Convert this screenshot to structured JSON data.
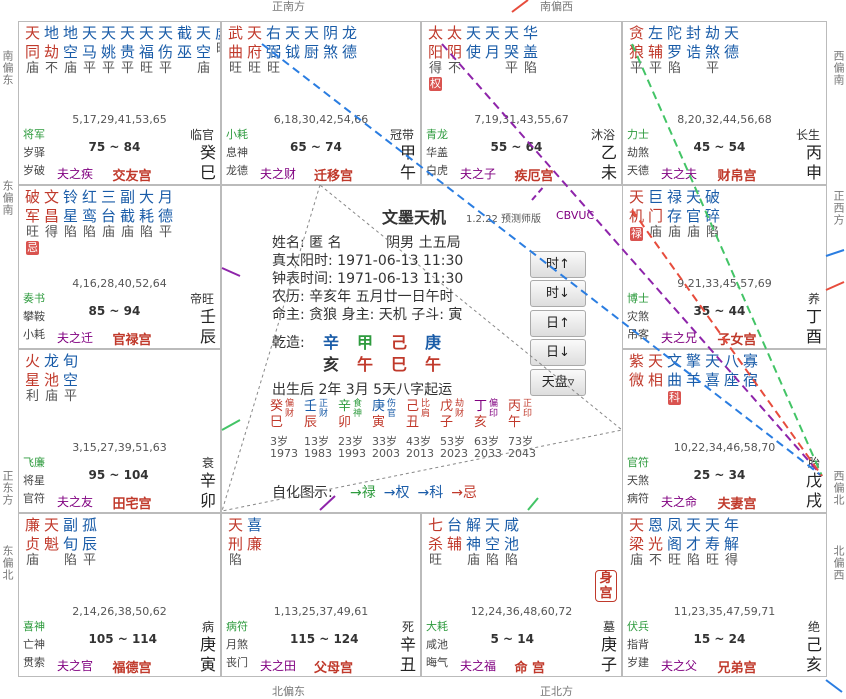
{
  "directions": {
    "top": [
      {
        "id": "top-1",
        "label": "正南方"
      },
      {
        "id": "top-2",
        "label": "南偏西"
      }
    ],
    "bottom": [
      {
        "id": "bottom-1",
        "label": "北偏东"
      },
      {
        "id": "bottom-2",
        "label": "正北方"
      }
    ],
    "left": [
      {
        "id": "left-1",
        "label": "南偏东"
      },
      {
        "id": "left-2",
        "label": "东偏南"
      },
      {
        "id": "left-3",
        "label": "正东方"
      },
      {
        "id": "left-4",
        "label": "东偏北"
      }
    ],
    "right": [
      {
        "id": "right-1",
        "label": "西偏南"
      },
      {
        "id": "right-2",
        "label": "正西方"
      },
      {
        "id": "right-3",
        "label": "西偏北"
      },
      {
        "id": "right-4",
        "label": "北偏西"
      }
    ]
  },
  "palaces": {
    "si": {
      "stars": [
        {
          "m": "天",
          "s": "同",
          "b": "庙"
        },
        {
          "m": "地",
          "s": "劫",
          "b": "不"
        },
        {
          "m": "地",
          "s": "空",
          "b": "庙"
        },
        {
          "m": "天",
          "s": "马",
          "b": "平"
        },
        {
          "m": "天",
          "s": "姚",
          "b": "平"
        },
        {
          "m": "天",
          "s": "贵",
          "b": "平"
        },
        {
          "m": "天",
          "s": "福",
          "b": "旺"
        },
        {
          "m": "天",
          "s": "伤",
          "b": "平"
        },
        {
          "m": "截",
          "s": "巫",
          "b": ""
        },
        {
          "m": "天",
          "s": "空",
          "b": "庙"
        },
        {
          "m": "",
          "s": "虚",
          "b": "旺"
        }
      ],
      "ages": "5,17,29,41,53,65",
      "m1": "将军",
      "m2": "岁驿",
      "m3": "岁破",
      "changsheng": "临官",
      "range": "75 ~ 84",
      "inner": "夫之疾",
      "name": "交友宫",
      "stem": "癸",
      "branch": "巳"
    },
    "wu": {
      "stars": [
        {
          "m": "武",
          "s": "曲",
          "b": "旺"
        },
        {
          "m": "天",
          "s": "府",
          "b": "旺"
        },
        {
          "m": "右",
          "s": "弼",
          "b": "旺"
        },
        {
          "m": "天",
          "s": "钺",
          "b": ""
        },
        {
          "m": "天",
          "s": "厨",
          "b": ""
        },
        {
          "m": "阴",
          "s": "煞",
          "b": ""
        },
        {
          "m": "龙",
          "s": "德",
          "b": ""
        }
      ],
      "ages": "6,18,30,42,54,66",
      "m1": "小耗",
      "m2": "息神",
      "m3": "龙德",
      "changsheng": "冠带",
      "range": "65 ~ 74",
      "inner": "夫之财",
      "name": "迁移宫",
      "stem": "甲",
      "branch": "午"
    },
    "wei": {
      "stars": [
        {
          "m": "太",
          "s": "阳",
          "b": "得",
          "h": "权"
        },
        {
          "m": "太",
          "s": "阴",
          "b": "不"
        },
        {
          "m": "天",
          "s": "使",
          "b": ""
        },
        {
          "m": "天",
          "s": "月",
          "b": ""
        },
        {
          "m": "天",
          "s": "哭",
          "b": "平"
        },
        {
          "m": "华",
          "s": "盖",
          "b": "陷"
        }
      ],
      "ages": "7,19,31,43,55,67",
      "m1": "青龙",
      "m2": "华盖",
      "m3": "白虎",
      "changsheng": "沐浴",
      "range": "55 ~ 64",
      "inner": "夫之子",
      "name": "疾厄宫",
      "stem": "乙",
      "branch": "未"
    },
    "shen": {
      "stars": [
        {
          "m": "贪",
          "s": "狼",
          "b": "平"
        },
        {
          "m": "左",
          "s": "辅",
          "b": "平"
        },
        {
          "m": "陀",
          "s": "罗",
          "b": "陷"
        },
        {
          "m": "封",
          "s": "诰",
          "b": ""
        },
        {
          "m": "劫",
          "s": "煞",
          "b": "平"
        },
        {
          "m": "天",
          "s": "德",
          "b": ""
        }
      ],
      "ages": "8,20,32,44,56,68",
      "m1": "力士",
      "m2": "劫煞",
      "m3": "天德",
      "changsheng": "长生",
      "range": "45 ~ 54",
      "inner": "夫之夫",
      "name": "财帛宫",
      "stem": "丙",
      "branch": "申"
    },
    "chen": {
      "stars": [
        {
          "m": "破",
          "s": "军",
          "b": "旺",
          "h": "忌"
        },
        {
          "m": "文",
          "s": "昌",
          "b": "得"
        },
        {
          "m": "铃",
          "s": "星",
          "b": "陷"
        },
        {
          "m": "红",
          "s": "鸾",
          "b": "陷"
        },
        {
          "m": "三",
          "s": "台",
          "b": "庙"
        },
        {
          "m": "副",
          "s": "截",
          "b": "庙"
        },
        {
          "m": "大",
          "s": "耗",
          "b": "陷"
        },
        {
          "m": "月",
          "s": "德",
          "b": "平"
        }
      ],
      "ages": "4,16,28,40,52,64",
      "m1": "奏书",
      "m2": "攀鞍",
      "m3": "小耗",
      "changsheng": "帝旺",
      "range": "85 ~ 94",
      "inner": "夫之迁",
      "name": "官禄宫",
      "stem": "壬",
      "branch": "辰"
    },
    "you": {
      "stars": [
        {
          "m": "天",
          "s": "机",
          "b": "",
          "h": "禄"
        },
        {
          "m": "巨",
          "s": "门",
          "b": "庙"
        },
        {
          "m": "禄",
          "s": "存",
          "b": "庙"
        },
        {
          "m": "天",
          "s": "官",
          "b": "庙"
        },
        {
          "m": "破",
          "s": "碎",
          "b": "陷"
        }
      ],
      "ages": "9,21,33,45,57,69",
      "m1": "博士",
      "m2": "灾煞",
      "m3": "吊客",
      "changsheng": "养",
      "range": "35 ~ 44",
      "inner": "夫之兄",
      "name": "子女宫",
      "stem": "丁",
      "branch": "酉"
    },
    "mao": {
      "stars": [
        {
          "m": "火",
          "s": "星",
          "b": "利"
        },
        {
          "m": "龙",
          "s": "池",
          "b": "庙"
        },
        {
          "m": "旬",
          "s": "空",
          "b": "平"
        }
      ],
      "ages": "3,15,27,39,51,63",
      "m1": "飞廉",
      "m2": "将星",
      "m3": "官符",
      "changsheng": "衰",
      "range": "95 ~ 104",
      "inner": "夫之友",
      "name": "田宅宫",
      "stem": "辛",
      "branch": "卯"
    },
    "xu": {
      "stars": [
        {
          "m": "紫",
          "s": "微",
          "b": ""
        },
        {
          "m": "天",
          "s": "相",
          "b": ""
        },
        {
          "m": "文",
          "s": "曲",
          "b": "",
          "h": "科"
        },
        {
          "m": "擎",
          "s": "羊",
          "b": ""
        },
        {
          "m": "天",
          "s": "喜",
          "b": ""
        },
        {
          "m": "八",
          "s": "座",
          "b": ""
        },
        {
          "m": "寡",
          "s": "宿",
          "b": ""
        }
      ],
      "ages": "10,22,34,46,58,70",
      "m1": "官符",
      "m2": "天煞",
      "m3": "病符",
      "changsheng": "胎",
      "range": "25 ~ 34",
      "inner": "夫之命",
      "name": "夫妻宫",
      "stem": "戊",
      "branch": "戌"
    },
    "yin": {
      "stars": [
        {
          "m": "廉",
          "s": "贞",
          "b": "庙"
        },
        {
          "m": "天",
          "s": "魁",
          "b": ""
        },
        {
          "m": "副",
          "s": "旬",
          "b": "陷"
        },
        {
          "m": "孤",
          "s": "辰",
          "b": "平"
        }
      ],
      "ages": "2,14,26,38,50,62",
      "m1": "喜神",
      "m2": "亡神",
      "m3": "贯索",
      "changsheng": "病",
      "range": "105 ~ 114",
      "inner": "夫之官",
      "name": "福德宫",
      "stem": "庚",
      "branch": "寅"
    },
    "chou": {
      "stars": [
        {
          "m": "天",
          "s": "刑",
          "b": "陷"
        },
        {
          "m": "喜",
          "s": "廉",
          "b": ""
        }
      ],
      "ages": "1,13,25,37,49,61",
      "m1": "病符",
      "m2": "月煞",
      "m3": "丧门",
      "changsheng": "死",
      "range": "115 ~ 124",
      "inner": "夫之田",
      "name": "父母宫",
      "stem": "辛",
      "branch": "丑"
    },
    "zi": {
      "stars": [
        {
          "m": "七",
          "s": "杀",
          "b": "旺"
        },
        {
          "m": "台",
          "s": "辅",
          "b": ""
        },
        {
          "m": "解",
          "s": "神",
          "b": "庙"
        },
        {
          "m": "天",
          "s": "空",
          "b": "陷"
        },
        {
          "m": "咸",
          "s": "池",
          "b": "陷"
        }
      ],
      "ages": "12,24,36,48,60,72",
      "m1": "大耗",
      "m2": "咸池",
      "m3": "晦气",
      "changsheng": "墓",
      "range": "5 ~ 14",
      "inner": "夫之福",
      "name": "命 宫",
      "stem": "庚",
      "branch": "子",
      "shen": "身宫"
    },
    "hai": {
      "stars": [
        {
          "m": "天",
          "s": "梁",
          "b": "庙"
        },
        {
          "m": "恩",
          "s": "光",
          "b": "不"
        },
        {
          "m": "凤",
          "s": "阁",
          "b": "旺"
        },
        {
          "m": "天",
          "s": "才",
          "b": "陷"
        },
        {
          "m": "天",
          "s": "寿",
          "b": "旺"
        },
        {
          "m": "年",
          "s": "解",
          "b": "得"
        }
      ],
      "ages": "11,23,35,47,59,71",
      "m1": "伏兵",
      "m2": "指背",
      "m3": "岁建",
      "changsheng": "绝",
      "range": "15 ~ 24",
      "inner": "夫之父",
      "name": "兄弟宫",
      "stem": "己",
      "branch": "亥"
    }
  },
  "center": {
    "title": "文墨天机",
    "version": "1.2.22 预测师版",
    "brand": "CBVUC",
    "name_line": "姓名: 匿 名          阴男 土五局",
    "solar_true": "真太阳时: 1971-06-13 11:30",
    "clock_time": "钟表时间: 1971-06-13 11:30",
    "lunar": "农历: 辛亥年 五月廿一日午时",
    "ming": "命主: 贪狼 身主: 天机 子斗: 寅",
    "qianzao_label": "乾造:",
    "pillars": [
      {
        "stem": "辛",
        "branch": "亥"
      },
      {
        "stem": "甲",
        "branch": "午"
      },
      {
        "stem": "己",
        "branch": "巳"
      },
      {
        "stem": "庚",
        "branch": "午"
      }
    ],
    "qiyun": "出生后 2年 3月 5天八字起运",
    "dayun": [
      {
        "stem": "癸",
        "branch": "巳",
        "god": "偏财",
        "age": "3岁",
        "year": "1973"
      },
      {
        "stem": "壬",
        "branch": "辰",
        "god": "正财",
        "age": "13岁",
        "year": "1983"
      },
      {
        "stem": "辛",
        "branch": "卯",
        "god": "食神",
        "age": "23岁",
        "year": "1993"
      },
      {
        "stem": "庚",
        "branch": "寅",
        "god": "伤官",
        "age": "33岁",
        "year": "2003"
      },
      {
        "stem": "己",
        "branch": "丑",
        "god": "比肩",
        "age": "43岁",
        "year": "2013"
      },
      {
        "stem": "戊",
        "branch": "子",
        "god": "劫财",
        "age": "53岁",
        "year": "2023"
      },
      {
        "stem": "丁",
        "branch": "亥",
        "god": "偏印",
        "age": "63岁",
        "year": "2033"
      },
      {
        "stem": "丙",
        "branch": "午",
        "god": "正印",
        "age": "73岁",
        "year": "2043"
      }
    ],
    "zihua_label": "自化图示:",
    "zihua": [
      "→禄",
      "→权",
      "→科",
      "→忌"
    ]
  },
  "buttons": {
    "hour_up": "时↑",
    "hour_down": "时↓",
    "day_up": "日↑",
    "day_down": "日↓",
    "tianpan": "天盘▿"
  },
  "colors": {
    "accent": "#c0392b",
    "blue": "#1a5ca8",
    "purple": "#800080",
    "green": "#2e9b3e"
  }
}
